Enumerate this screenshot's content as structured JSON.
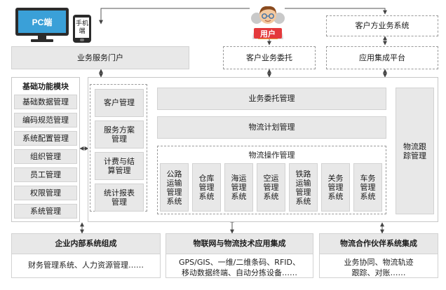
{
  "top": {
    "pc_label": "PC端",
    "phone_label": "手机端",
    "user_label": "用户",
    "portal": "业务服务门户",
    "entrust": "客户业务委托",
    "customer_system": "客户方业务系统",
    "app_platform": "应用集成平台"
  },
  "basic_module": {
    "title": "基础功能模块",
    "items": [
      "基础数据管理",
      "编码规范管理",
      "系统配置管理",
      "组织管理",
      "员工管理",
      "权限管理",
      "系统管理"
    ]
  },
  "mid_left": {
    "items": [
      "客户管理",
      "服务方案管理",
      "计费与结算管理",
      "统计报表管理"
    ]
  },
  "center": {
    "entrust_mgmt": "业务委托管理",
    "plan_mgmt": "物流计划管理",
    "ops_title": "物流操作管理",
    "ops_items": [
      "公路运输管理系统",
      "仓库管理系统",
      "海运管理系统",
      "空运管理系统",
      "铁路运输管理系统",
      "关务管理系统",
      "车务管理系统"
    ]
  },
  "tracking": "物流跟踪管理",
  "bottom": {
    "internal_title": "企业内部系统组成",
    "internal_body": "财务管理系统、人力资源管理……",
    "iot_title": "物联网与物流技术应用集成",
    "iot_body_1": "GPS/GIS、一维/二维条码、RFID、",
    "iot_body_2": "移动数据终端、自动分拣设备……",
    "partner_title": "物流合作伙伴系统集成",
    "partner_body_1": "业务协同、物流轨迹",
    "partner_body_2": "跟踪、对账……"
  },
  "colors": {
    "box_grey": "#e8e8e8",
    "monitor_blue": "#3aa0d8",
    "badge_red": "#e4393c",
    "arrow": "#444444"
  }
}
